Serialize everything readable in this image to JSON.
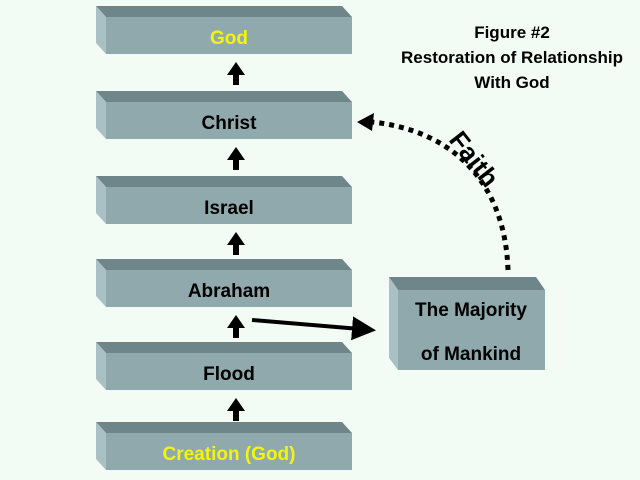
{
  "title": {
    "line1": "Figure #2",
    "line2": "Restoration of Relationship",
    "line3": "With God"
  },
  "stack": [
    {
      "label": "God",
      "color": "#f5f50a"
    },
    {
      "label": "Christ",
      "color": "#000000"
    },
    {
      "label": "Israel",
      "color": "#000000"
    },
    {
      "label": "Abraham",
      "color": "#000000"
    },
    {
      "label": "Flood",
      "color": "#000000"
    },
    {
      "label": "Creation (God)",
      "color": "#f5f50a"
    }
  ],
  "side_box": {
    "line1": "The Majority",
    "line2": "of Mankind"
  },
  "faith_label": "Faith",
  "colors": {
    "front": "#8fa9ac",
    "top": "#6e8689",
    "side": "#a9c1c5",
    "background": "#f3fcf4"
  }
}
